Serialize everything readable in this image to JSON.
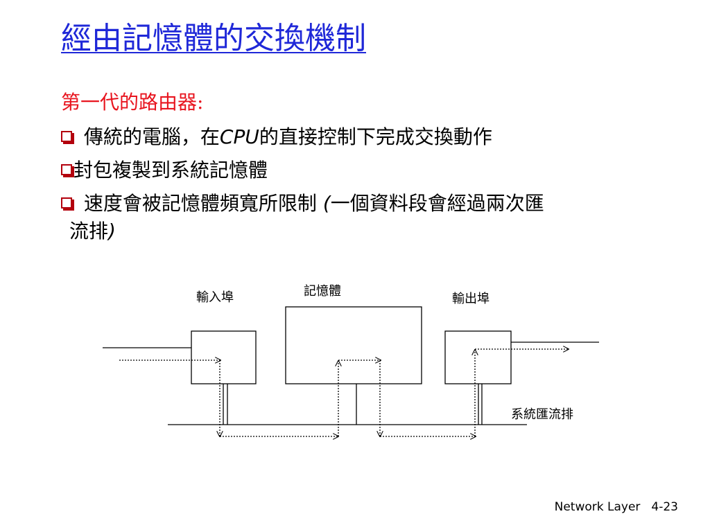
{
  "slide": {
    "title": "經由記憶體的交換機制",
    "subtitle": "第一代的路由器:",
    "bullets": [
      {
        "pre": " 傳統的電腦，在",
        "emph": "CPU",
        "post": "的直接控制下完成交換動作"
      },
      {
        "pre": "封包複製到系統記憶體",
        "emph": "",
        "post": ""
      },
      {
        "pre": " 速度會被記憶體頻寬所限制 ",
        "emph": "(",
        "post": "一個資料段會經過兩次匯"
      }
    ],
    "bullet3_continuation_text": "流排",
    "bullet3_continuation_paren": ")"
  },
  "diagram": {
    "input_port_label": "輸入埠",
    "memory_label": "記憶體",
    "output_port_label": "輸出埠",
    "bus_label": "系統匯流排"
  },
  "footer": {
    "section": "Network Layer",
    "page": "4-23"
  },
  "colors": {
    "title": "#1f28d8",
    "subtitle": "#e8141e",
    "bullet_box": "#b3000d"
  }
}
